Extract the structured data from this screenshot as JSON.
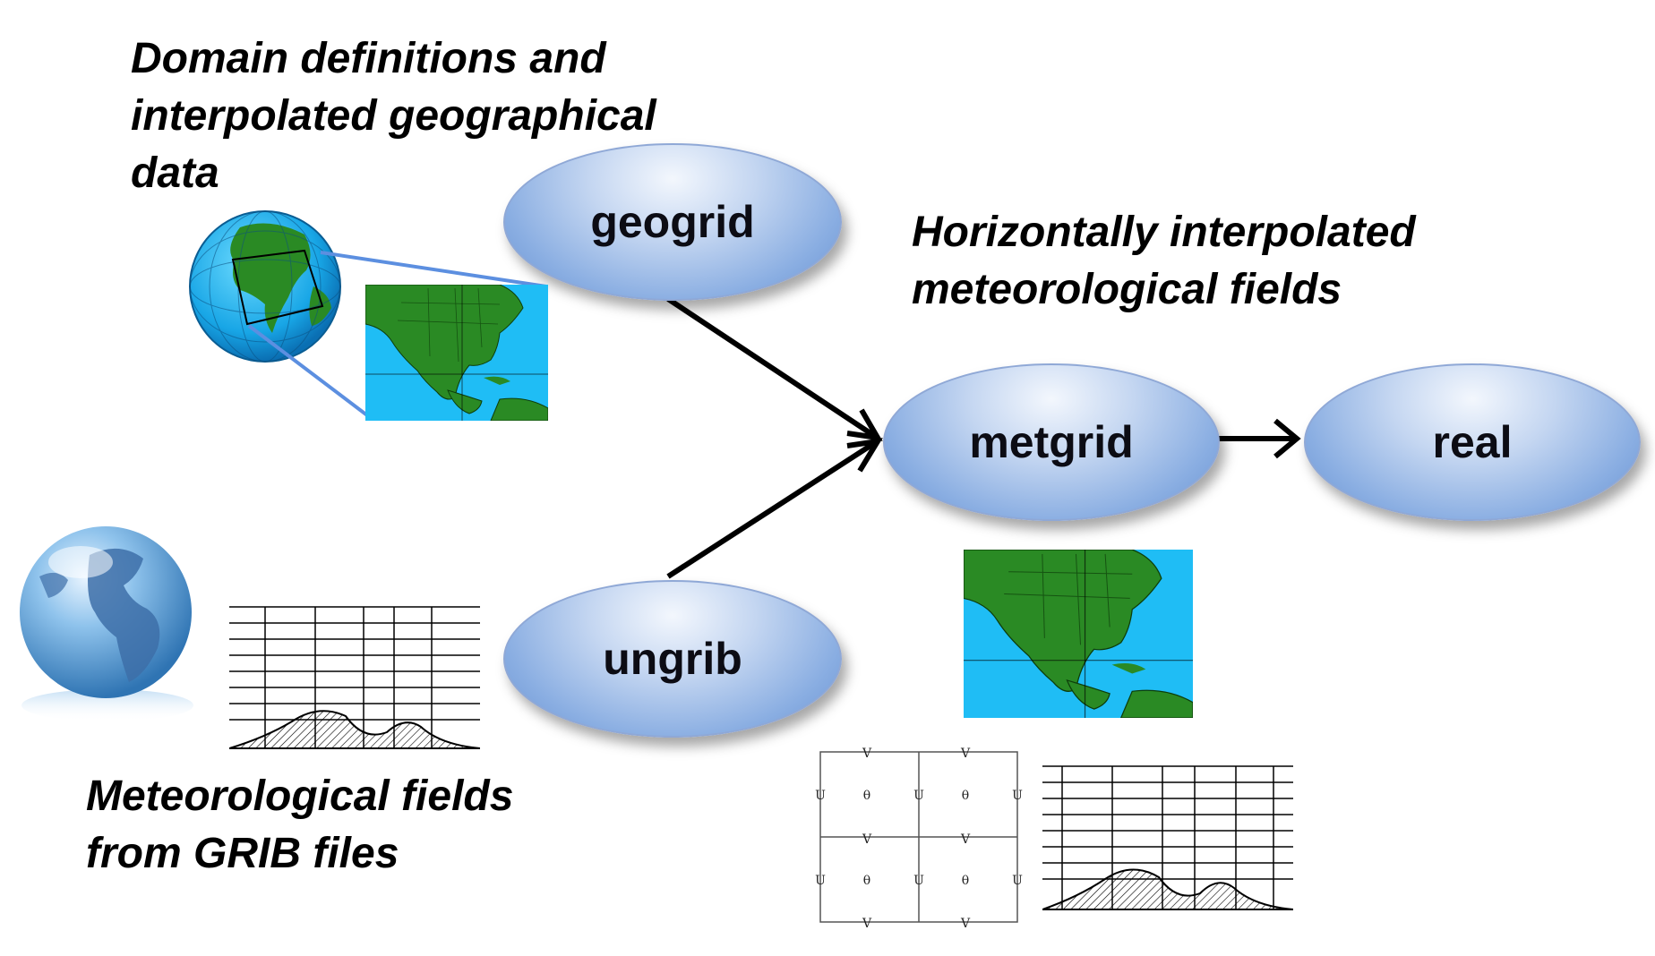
{
  "captions": {
    "domain": [
      "Domain definitions and",
      "interpolated geographical",
      "data"
    ],
    "horizontal": [
      "Horizontally interpolated",
      "meteorological fields"
    ],
    "meteorological": [
      "Meteorological fields",
      "from GRIB files"
    ]
  },
  "nodes": {
    "geogrid": "geogrid",
    "ungrib": "ungrib",
    "metgrid": "metgrid",
    "real": "real"
  },
  "stagger_grid": {
    "u": "U",
    "v": "V",
    "theta": "θ"
  },
  "colors": {
    "node_fill": "#8aaee2",
    "ocean": "#1fbdf5",
    "land": "#2a8a24",
    "arrow": "#000000"
  },
  "icons": [
    "globe-with-domain-box",
    "north-america-map",
    "glass-globe",
    "vertical-grid-terrain",
    "staggered-grid"
  ]
}
